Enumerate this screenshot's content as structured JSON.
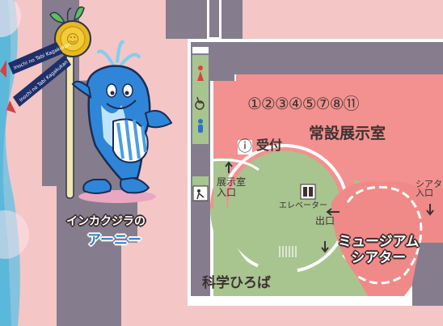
{
  "mascot": {
    "caption_line1": "インカクジラの",
    "caption_line2": "アーニー",
    "ribbon_text_upper": "Inochi no Tabi Kagakukan",
    "ribbon_text_lower": "Inochi no Tabi Kagakukan"
  },
  "map": {
    "exhibit_numbers": "①②③④⑤⑦⑧⑪",
    "permanent_exhibit": "常設展示室",
    "reception": "受付",
    "reception_icon": "ⓘ",
    "exhibit_entrance": [
      "展示室",
      "入口"
    ],
    "elevator": "エレベーター",
    "exit": "出口",
    "museum_theater": [
      "ミュージアム",
      "シアター"
    ],
    "theater_entrance": [
      "シアター",
      "入口"
    ],
    "science_plaza": "科学ひろば"
  },
  "colors": {
    "background_pink": "#f4c6c6",
    "corridor_gray": "#857d8d",
    "exhibit_pink": "#f2918f",
    "plaza_green": "#a8c48f",
    "theater_pink": "#ef8a88",
    "mascot_blue": "#2f86d8",
    "toilet_red": "#e04040",
    "toilet_blue": "#2d6fd0"
  },
  "icons": [
    "toilet-female-icon",
    "wheelchair-icon",
    "toilet-male-icon",
    "info-icon",
    "elevator-icon",
    "nursing-room-icon",
    "mascot-whale",
    "medal-icon"
  ]
}
